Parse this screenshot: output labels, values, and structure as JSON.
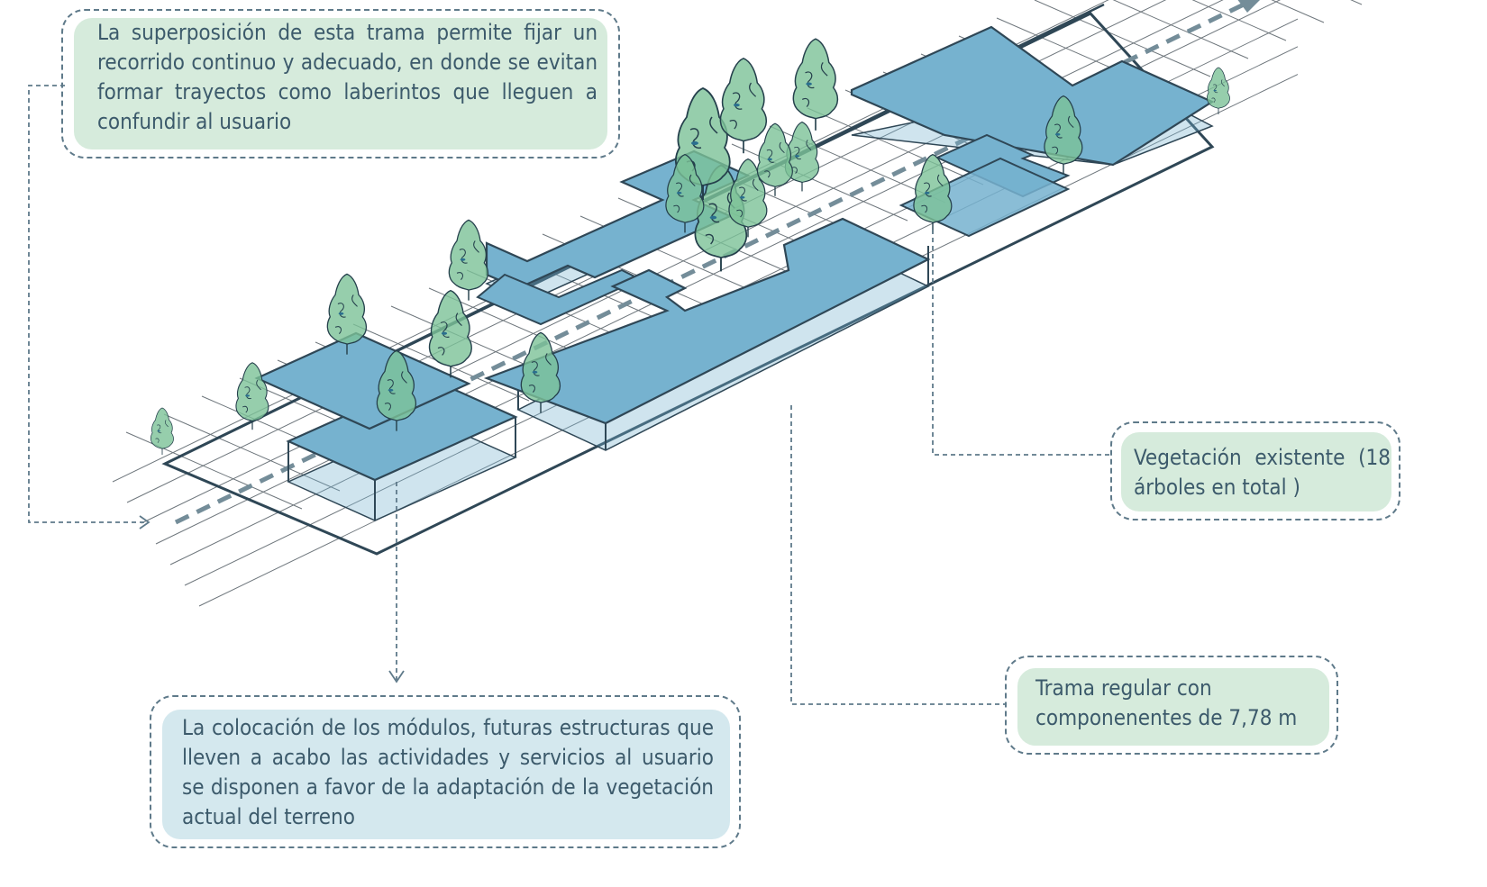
{
  "callouts": {
    "route": "La superposición de esta trama permite fijar un recorrido continuo y adecuado, en donde se evitan formar trayectos como laberintos que lleguen a confundir al usuario",
    "vegetation": "Vegetación existente (18 árboles en total )",
    "grid": "Trama regular con componenentes de 7,78 m",
    "modules": "La colocación de los módulos, futuras estructuras que lleven a acabo las actividades y servicios al usuario se disponen a favor de la  adaptación de la vegetación actual del terreno"
  },
  "colors": {
    "module_fill": "#76b2cf",
    "module_edge": "#2f4756",
    "tree_fill": "#7cc297",
    "tree_outline": "#25404c",
    "grid_line": "#555f66",
    "route_arrow": "#748d99",
    "leader_line": "#5f7a8a",
    "callout_green": "#d6ebdc",
    "callout_blue": "#d4e8ee",
    "text": "#3c5a6b"
  },
  "icons": [
    "tree-icon",
    "arrow-head-icon"
  ]
}
